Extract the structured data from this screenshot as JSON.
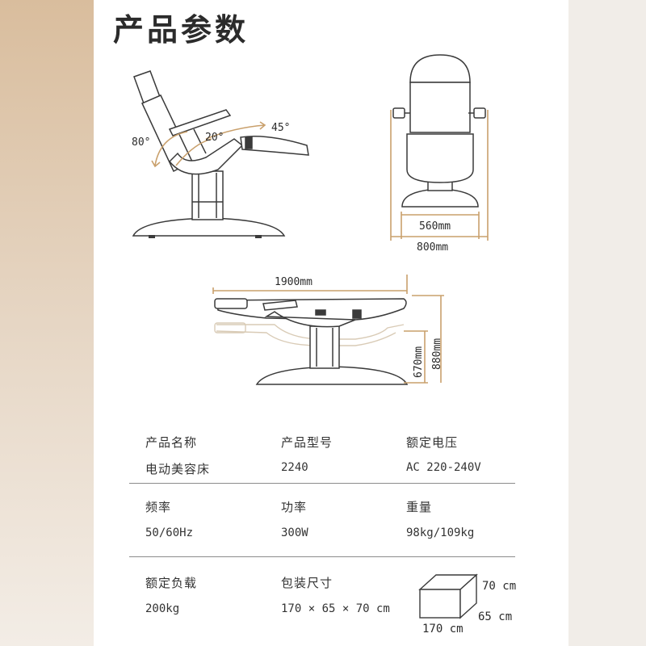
{
  "page": {
    "title": "产品参数"
  },
  "side_view": {
    "angle_backrest": "80°",
    "angle_seat": "20°",
    "angle_leg": "45°"
  },
  "front_view": {
    "width_inner": "560mm",
    "width_outer": "800mm"
  },
  "flat_view": {
    "length": "1900mm",
    "height_low": "670mm",
    "height_high": "880mm"
  },
  "specs": {
    "rows": [
      [
        {
          "label": "产品名称",
          "value": "电动美容床"
        },
        {
          "label": "产品型号",
          "value": "2240"
        },
        {
          "label": "额定电压",
          "value": "AC 220-240V"
        }
      ],
      [
        {
          "label": "频率",
          "value": "50/60Hz"
        },
        {
          "label": "功率",
          "value": "300W"
        },
        {
          "label": "重量",
          "value": "98kg/109kg"
        }
      ],
      [
        {
          "label": "额定负载",
          "value": "200kg"
        },
        {
          "label": "包装尺寸",
          "value": "170 × 65 × 70 cm"
        }
      ]
    ]
  },
  "package_box": {
    "height": "70 cm",
    "depth": "65 cm",
    "length": "170 cm"
  },
  "colors": {
    "accent": "#c9a06c",
    "line": "#3a3a3a"
  }
}
